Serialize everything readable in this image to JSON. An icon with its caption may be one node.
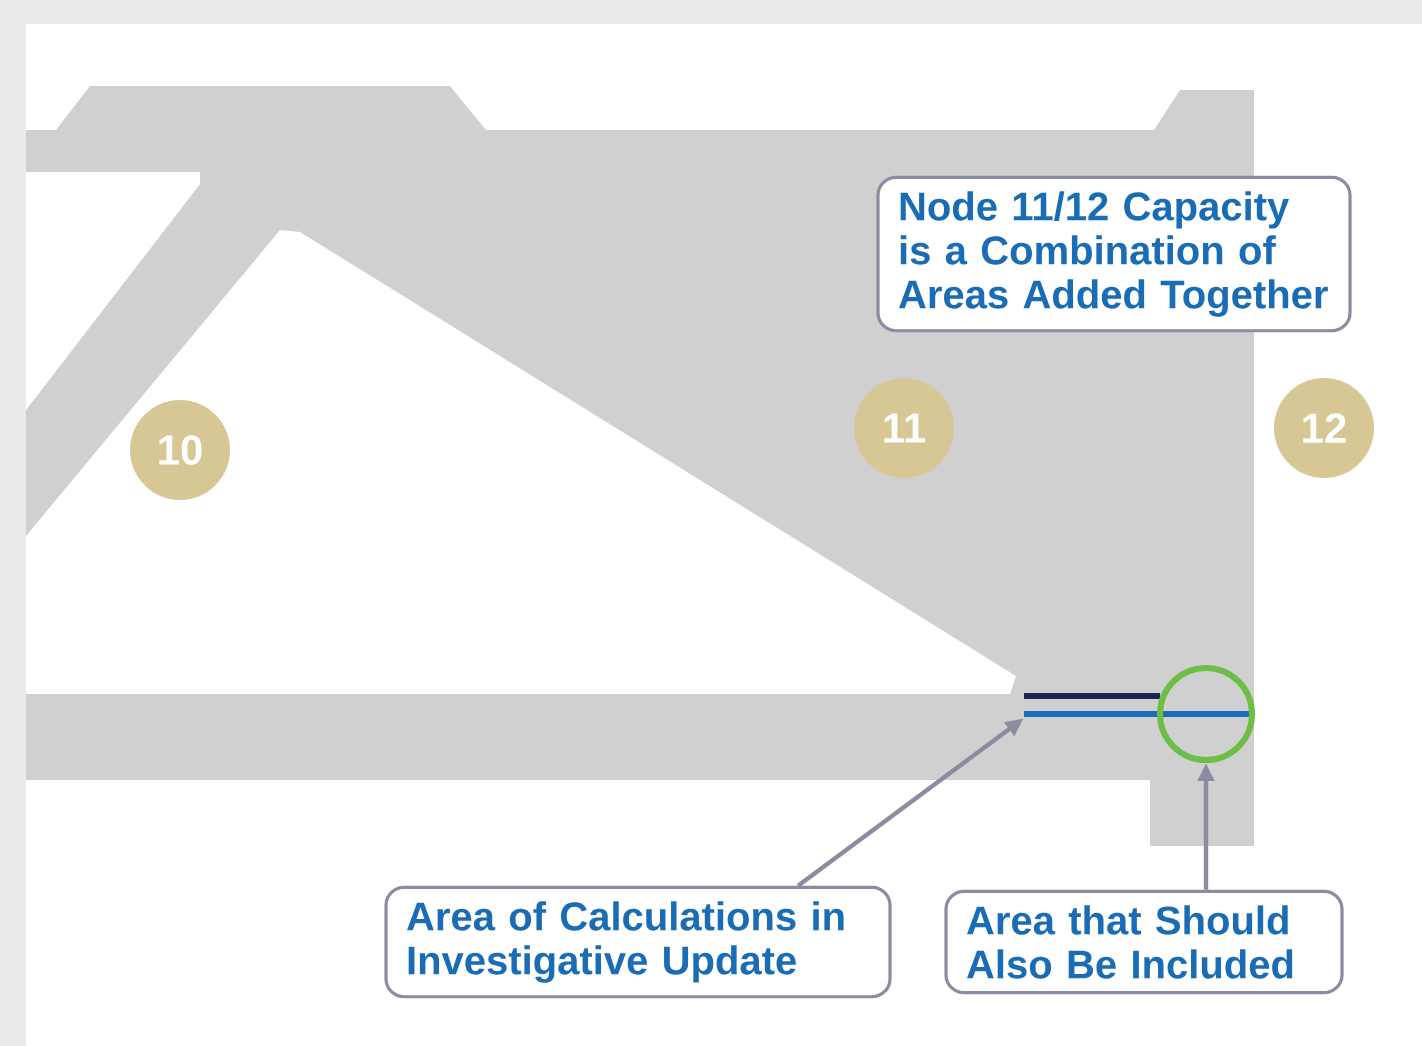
{
  "diagram": {
    "nodes": [
      {
        "text": [
          "Node 11/12 Capacity is a Combination of Areas Added Together"
        ]
      },
      {
        "text": [
          "10"
        ]
      },
      {
        "text": [
          "11"
        ]
      },
      {
        "text": [
          "12"
        ]
      },
      {
        "text": [
          "Area of Calculations in Investigative Update"
        ]
      },
      {
        "text": [
          "Area that Should Also Be Included"
        ]
      },
      {
        "text": [],
        "shape": "bar"
      },
      {
        "text": [],
        "shape": "circle"
      }
    ],
    "edges": [
      {
        "from": 4,
        "to": 6,
        "arrow": "to"
      },
      {
        "from": 5,
        "to": 7,
        "arrow": "to"
      }
    ]
  }
}
